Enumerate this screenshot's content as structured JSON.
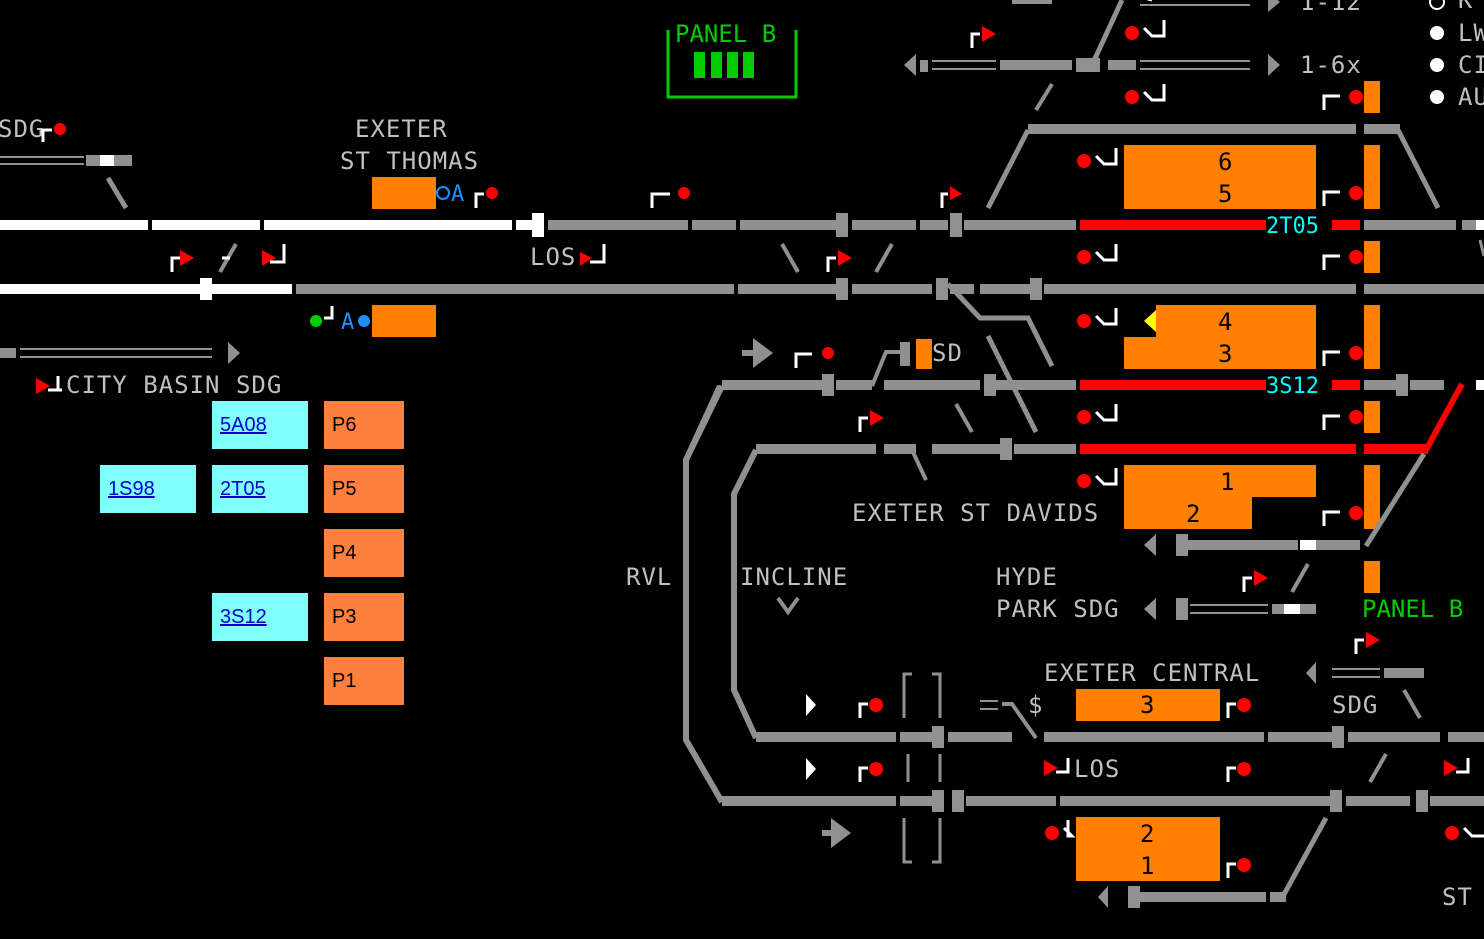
{
  "panel_b_label": "PANEL B",
  "panel_b_right_label": "PANEL B",
  "routes_top": {
    "r1": "1-12",
    "r2": "1-6x"
  },
  "legend_partial": [
    "K",
    "LW",
    "CI",
    "AU"
  ],
  "labels": {
    "sdg_left": "SDG",
    "exeter_st_thomas_1": "EXETER",
    "exeter_st_thomas_2": "ST THOMAS",
    "los_1": "LOS",
    "los_2": "LOS",
    "city_basin": "CITY BASIN SDG",
    "sd": "SD",
    "exeter_st_davids": "EXETER ST DAVIDS",
    "rvl": "RVL",
    "incline": "INCLINE",
    "hyde_park_1": "HYDE",
    "hyde_park_2": "PARK SDG",
    "exeter_central": "EXETER CENTRAL",
    "sdg_right": "SDG",
    "st_right": "ST",
    "a_marker_1": "A",
    "a_marker_2": "A",
    "dollar": "$"
  },
  "train_descriptions": {
    "td_2t05": "2T05",
    "td_3s12": "3S12"
  },
  "platforms_st_davids": {
    "p6": "6",
    "p5": "5",
    "p4": "4",
    "p3": "3",
    "p1": "1",
    "p2": "2"
  },
  "platforms_central": {
    "p3": "3",
    "p2": "2",
    "p1": "1"
  },
  "headcode_boxes": [
    {
      "label": "5A08"
    },
    {
      "label": "1S98"
    },
    {
      "label": "2T05"
    },
    {
      "label": "3S12"
    }
  ],
  "platform_buttons": [
    {
      "label": "P6"
    },
    {
      "label": "P5"
    },
    {
      "label": "P4"
    },
    {
      "label": "P3"
    },
    {
      "label": "P1"
    }
  ],
  "colors": {
    "track": "#909090",
    "track_set": "#ffffff",
    "route_set": "#ff0000",
    "platform": "#ff8000",
    "signal": "#ff0000",
    "td_text": "#00ffff",
    "panel_label": "#00cc00"
  }
}
